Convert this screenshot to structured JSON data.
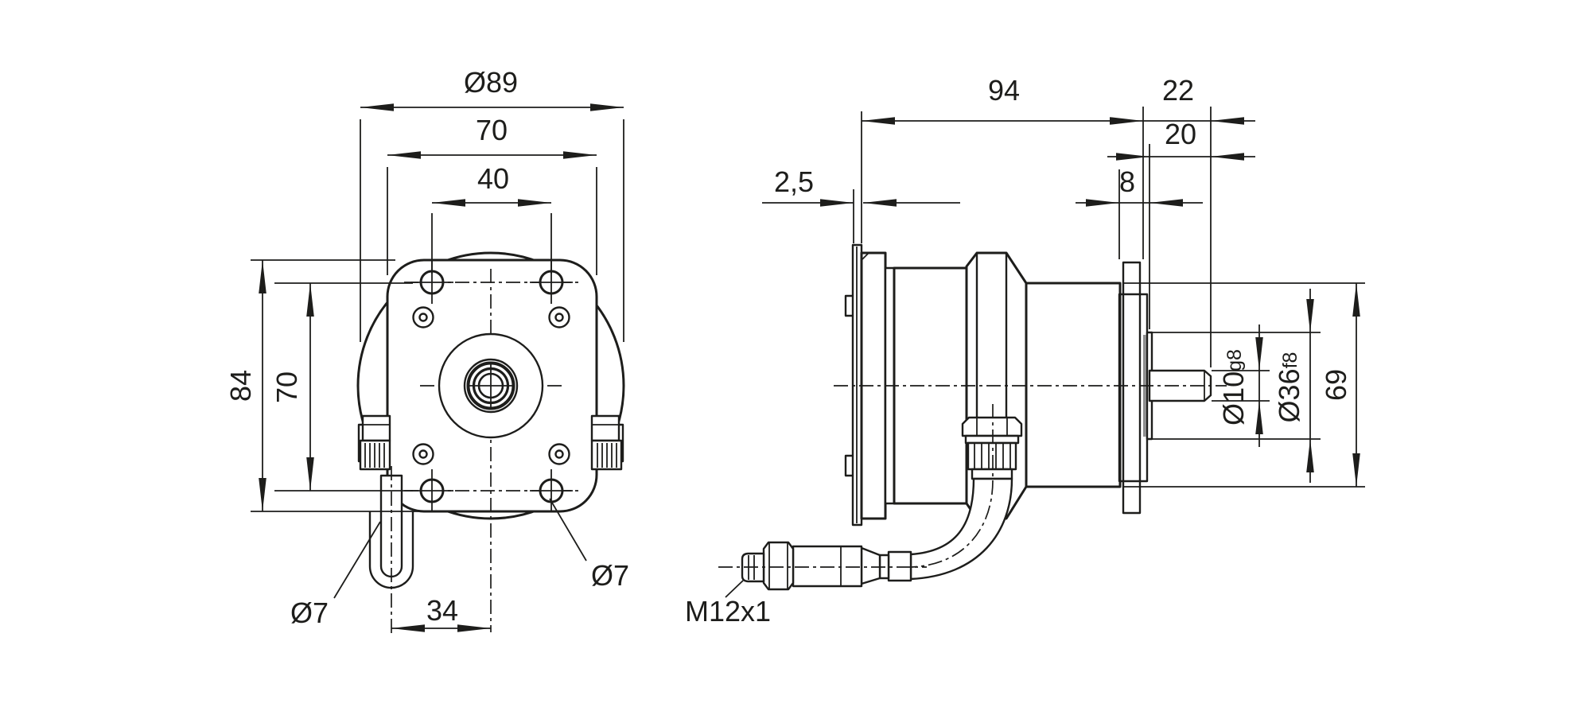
{
  "drawing": {
    "background": "#ffffff",
    "ink": "#1d1d1b",
    "front_view": {
      "dims": {
        "outer_diameter": "Ø89",
        "body_width": "70",
        "hole_pitch_horizontal": "40",
        "body_height": "84",
        "hole_pitch_vertical": "70",
        "slot_diameter": "Ø7",
        "hole_diameter": "Ø7",
        "slot_offset": "34"
      }
    },
    "side_view": {
      "dims": {
        "housing_length": "94",
        "front_length": "22",
        "shaft_length": "20",
        "rear_plate_thickness": "2,5",
        "flange_thickness": "8",
        "housing_diameter": "69",
        "shaft_diameter": "Ø10",
        "shaft_fit": "g8",
        "collar_diameter": "Ø36",
        "collar_fit": "f8",
        "connector_thread": "M12x1"
      }
    }
  }
}
